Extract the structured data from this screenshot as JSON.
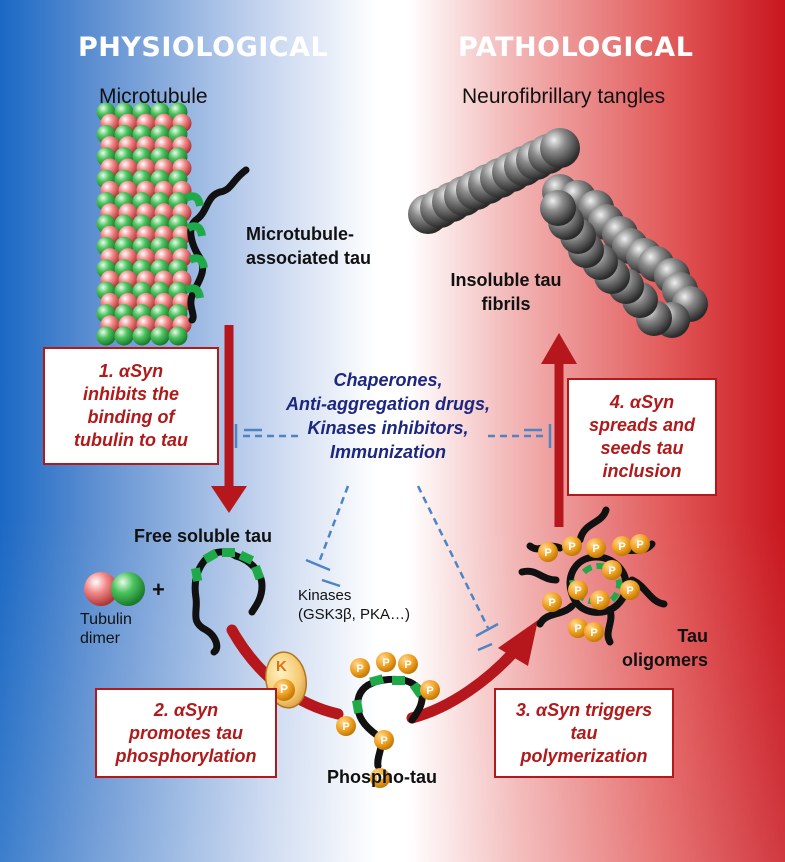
{
  "headers": {
    "left": "PHYSIOLOGICAL",
    "right": "PATHOLOGICAL"
  },
  "subtitles": {
    "left": "Microtubule",
    "right": "Neurofibrillary tangles"
  },
  "labels": {
    "mt_tau_1": "Microtubule-",
    "mt_tau_2": "associated tau",
    "fibrils_1": "Insoluble tau",
    "fibrils_2": "fibrils",
    "free_tau": "Free soluble tau",
    "tubulin_1": "Tubulin",
    "tubulin_2": "dimer",
    "plus": "+",
    "kinases_1": "Kinases",
    "kinases_2": "(GSK3β, PKA…)",
    "oligomers_1": "Tau",
    "oligomers_2": "oligomers",
    "phospho": "Phospho-tau",
    "k": "K",
    "p": "P"
  },
  "boxes": {
    "b1": [
      "1. αSyn",
      "inhibits the",
      "binding of",
      "tubulin to tau"
    ],
    "b2": [
      "2. αSyn",
      "promotes tau",
      "phosphorylation"
    ],
    "b3": [
      "3. αSyn triggers",
      "tau",
      "polymerization"
    ],
    "b4": [
      "4. αSyn",
      "spreads and",
      "seeds tau",
      "inclusion"
    ]
  },
  "inhibitors": [
    "Chaperones,",
    "Anti-aggregation drugs,",
    "Kinases inhibitors,",
    "Immunization"
  ],
  "colors": {
    "arrow": "#b5171c",
    "box_text": "#b01a1a",
    "inhibitor_text": "#1c2780",
    "dashed": "#4f84c2",
    "phospho": "#f0a020",
    "tau_segment": "#1faa4a"
  }
}
